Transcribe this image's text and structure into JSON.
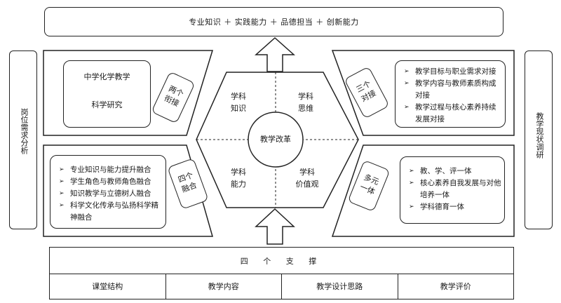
{
  "top_goal": "专业知识 ＋ 实践能力 ＋ 品德担当 ＋ 创新能力",
  "left_side": "岗位需求分析",
  "right_side": "教学现状调研",
  "center": {
    "core": "教学改革",
    "q1": "学科\n知识",
    "q2": "学科\n思维",
    "q3": "学科\n能力",
    "q4": "学科\n价值观"
  },
  "two_links": {
    "tag": "两个\n衔接",
    "top_text": "中学化学教学",
    "bottom_text": "科学研究"
  },
  "four_fusions": {
    "tag": "四个\n融合",
    "items": [
      "专业知识与能力提升融合",
      "学生角色与教师角色融合",
      "知识教学与立德树人融合",
      "科学文化传承与弘扬科学精神融合"
    ]
  },
  "three_docks": {
    "tag": "三个\n对接",
    "items": [
      "教学目标与职业需求对接",
      "教学内容与教师素质构成对接",
      "教学过程与核心素养持续发展对接"
    ]
  },
  "multi_unity": {
    "tag": "多元\n一体",
    "items": [
      "教、学、评一体",
      "核心素养自我发展与对他培养一体",
      "学科德育一体"
    ]
  },
  "supports": {
    "title": "四 个 支 撑",
    "cells": [
      "课堂结构",
      "教学内容",
      "教学设计思路",
      "教学评价"
    ]
  },
  "colors": {
    "line": "#222222",
    "background": "#ffffff"
  }
}
